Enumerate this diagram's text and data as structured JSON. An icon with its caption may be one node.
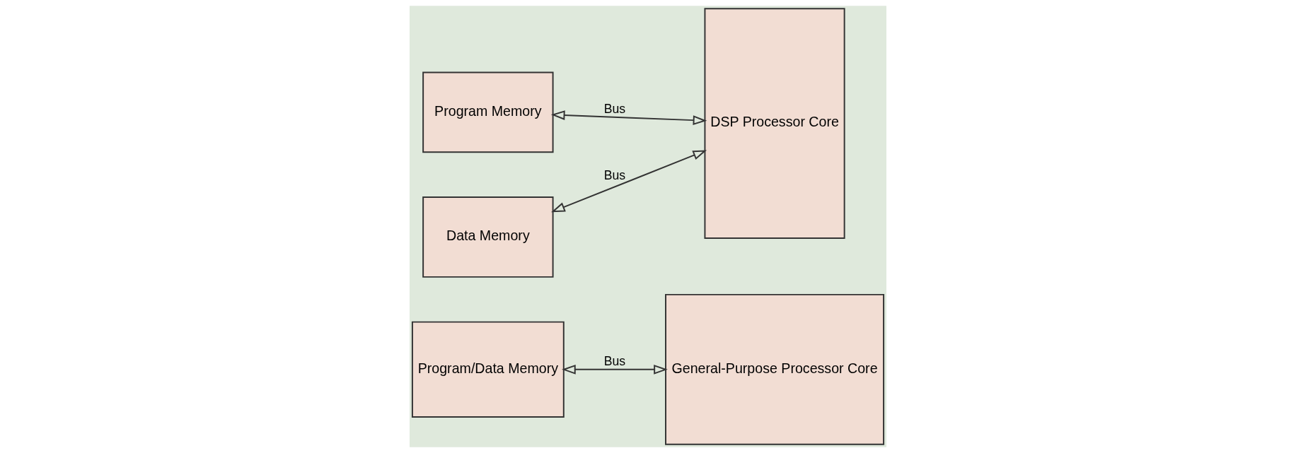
{
  "diagram": {
    "nodes": [
      {
        "text": [
          "Program/Data Memory"
        ]
      },
      {
        "text": [
          "General-Purpose Processor Core"
        ]
      },
      {
        "text": [
          "Program Memory"
        ]
      },
      {
        "text": [
          "Data Memory"
        ]
      },
      {
        "text": [
          "DSP Processor Core"
        ]
      }
    ],
    "edges": [
      {
        "from": 0,
        "to": 1,
        "arrow": "both",
        "label": "Bus"
      },
      {
        "from": 2,
        "to": 4,
        "arrow": "both",
        "label": "Bus"
      },
      {
        "from": 3,
        "to": 4,
        "arrow": "both",
        "label": "Bus"
      }
    ]
  }
}
